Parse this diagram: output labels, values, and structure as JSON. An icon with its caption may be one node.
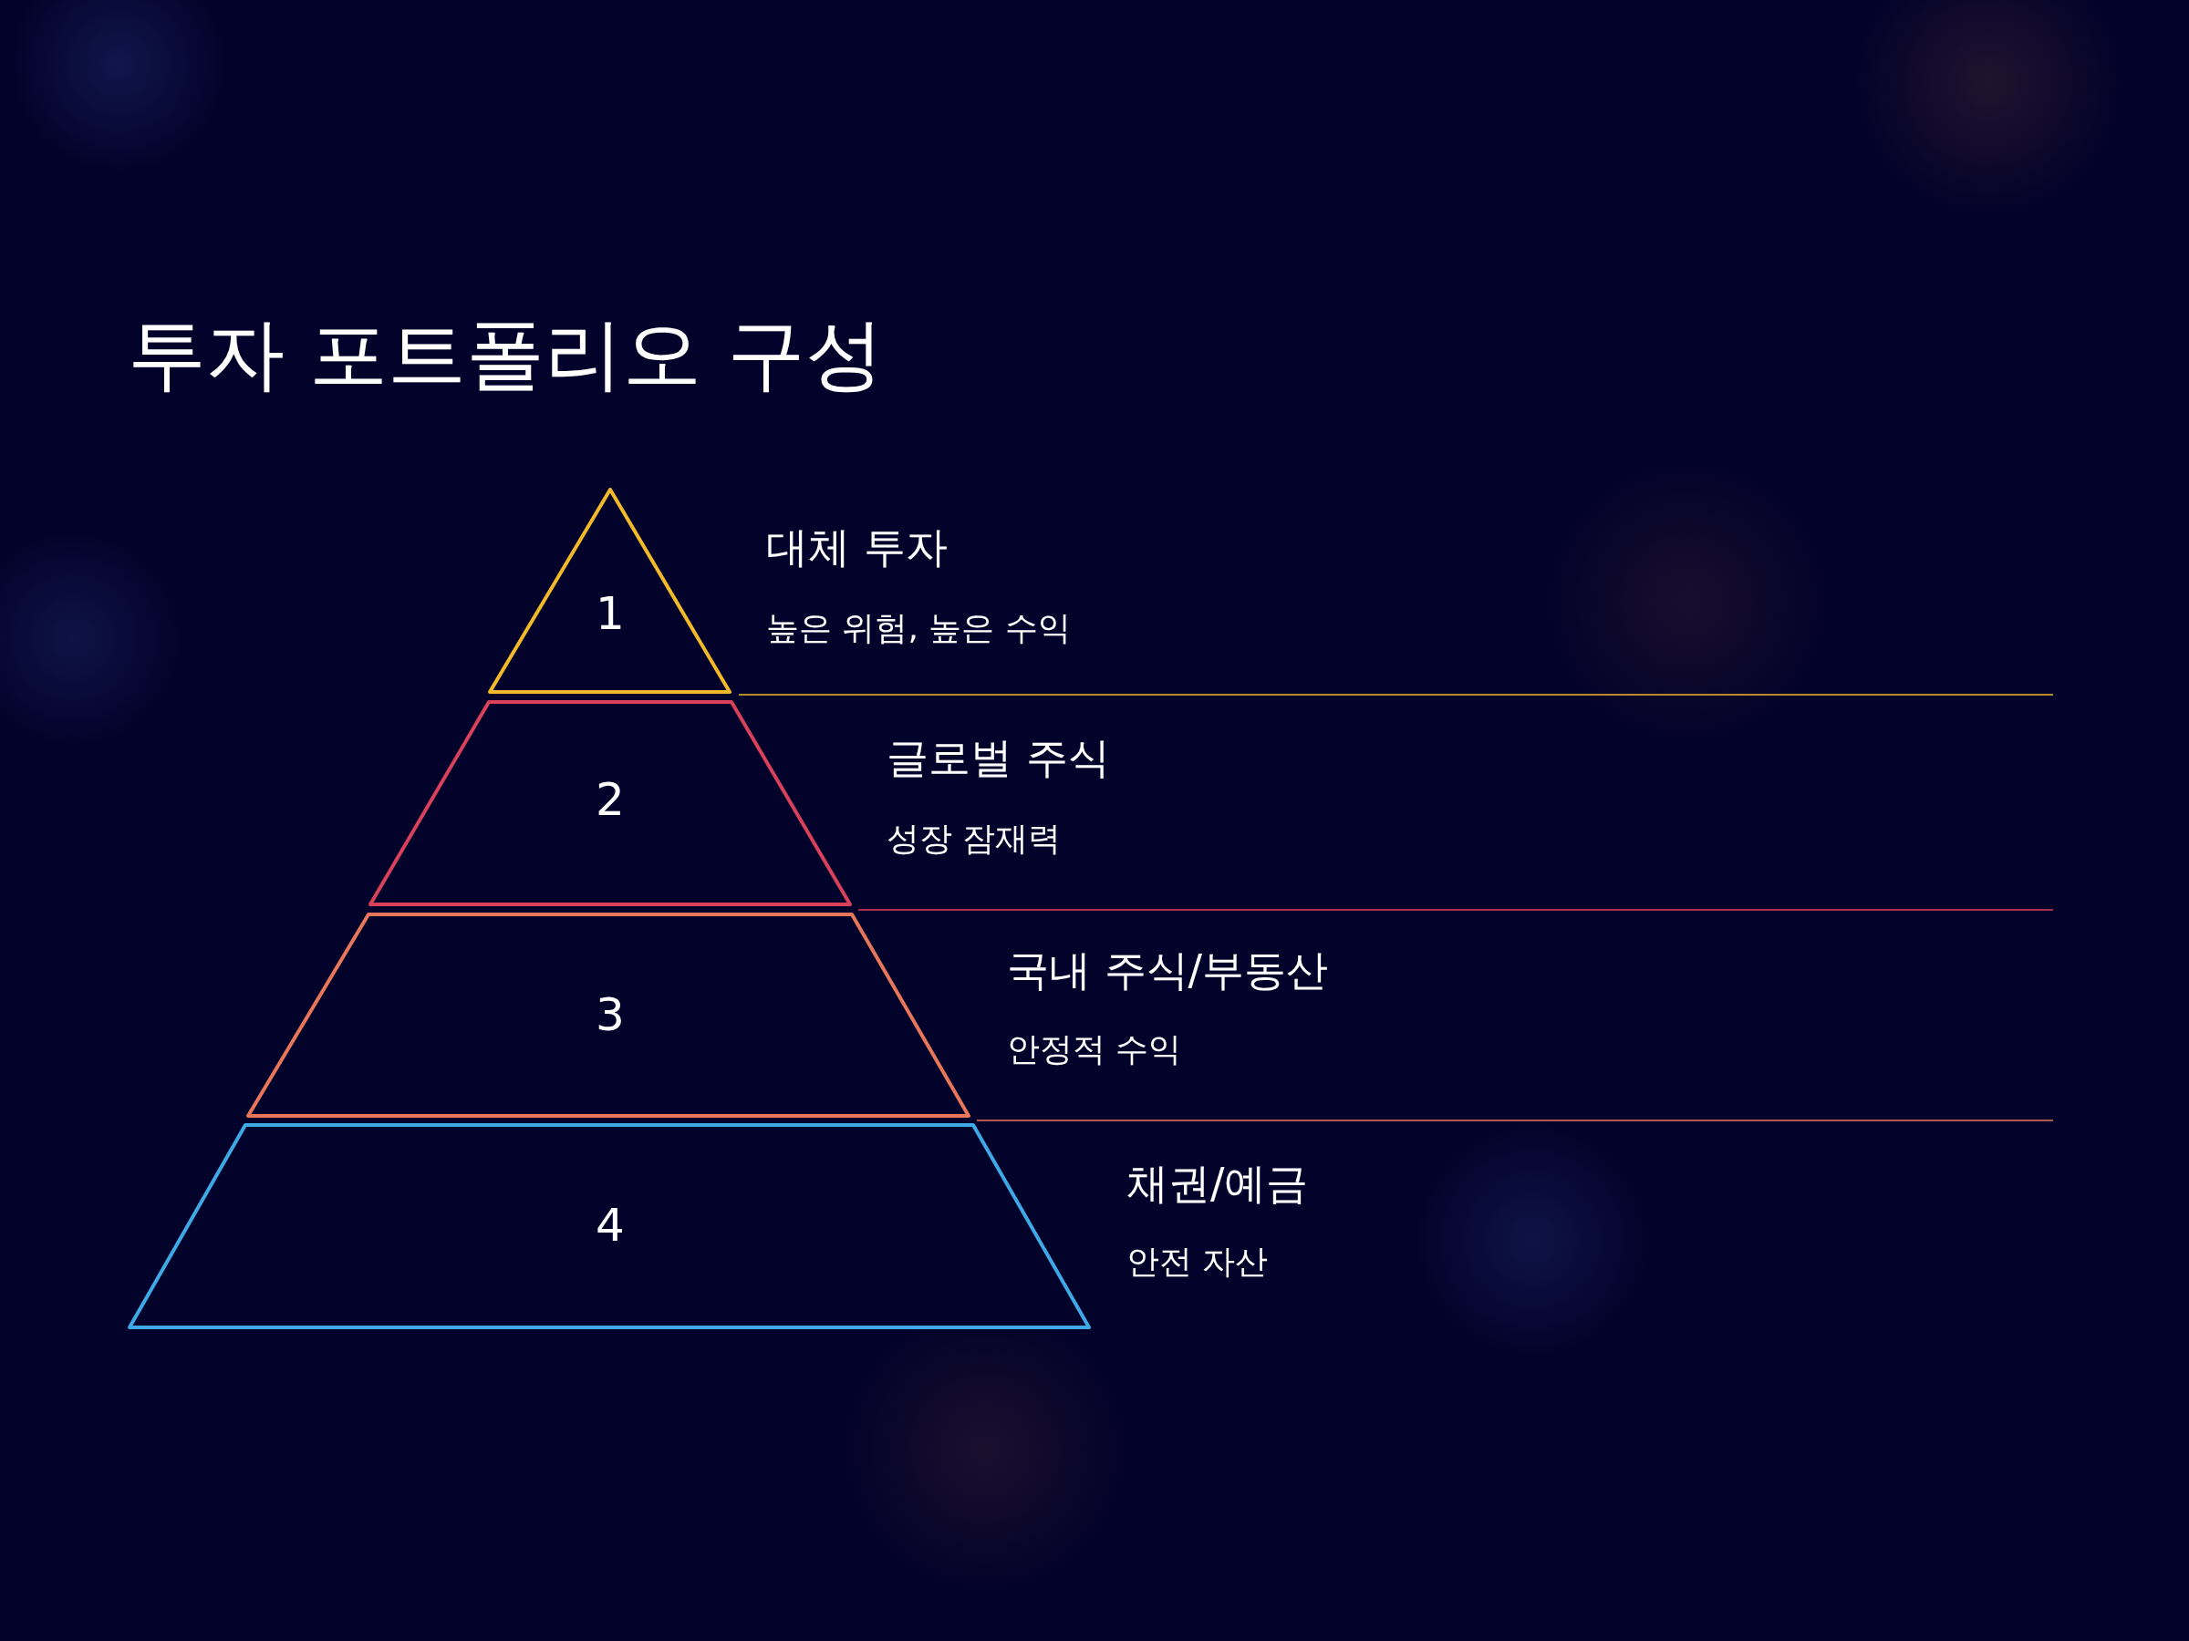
{
  "diagram": {
    "title": "투자 포트폴리오 구성",
    "nodes": [
      {
        "text": [
          "1"
        ],
        "beside": [
          "대체 투자",
          "높은 위험, 높은 수익"
        ]
      },
      {
        "text": [
          "2"
        ],
        "beside": [
          "글로벌 주식",
          "성장 잠재력"
        ]
      },
      {
        "text": [
          "3"
        ],
        "beside": [
          "국내 주식/부동산",
          "안정적 수익"
        ]
      },
      {
        "text": [
          "4"
        ],
        "beside": [
          "채권/예금",
          "안전 자산"
        ]
      }
    ]
  }
}
